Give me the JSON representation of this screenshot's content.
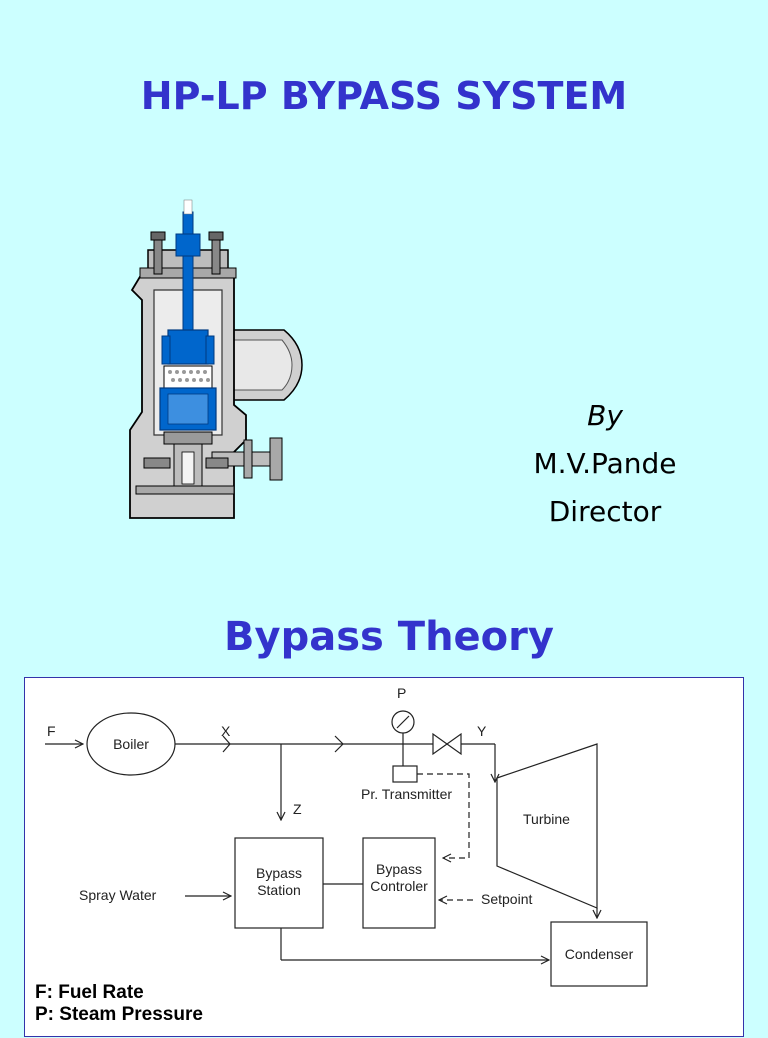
{
  "title": "HP-LP BYPASS SYSTEM",
  "byline": {
    "by": "By",
    "author": "M.V.Pande",
    "role": "Director"
  },
  "subtitle": "Bypass Theory",
  "diagram": {
    "labels": {
      "f": "F",
      "boiler": "Boiler",
      "x": "X",
      "p": "P",
      "y": "Y",
      "z": "Z",
      "pr_transmitter": "Pr. Transmitter",
      "turbine": "Turbine",
      "spray_water": "Spray Water",
      "bypass_station_1": "Bypass",
      "bypass_station_2": "Station",
      "bypass_controller_1": "Bypass",
      "bypass_controller_2": "Controler",
      "setpoint": "Setpoint",
      "condenser": "Condenser"
    },
    "legend": [
      "F: Fuel Rate",
      "P: Steam Pressure"
    ]
  },
  "colors": {
    "background": "#ccffff",
    "title": "#3333cc",
    "valve_blue": "#0066cc",
    "valve_gray": "#d0d0d0"
  }
}
